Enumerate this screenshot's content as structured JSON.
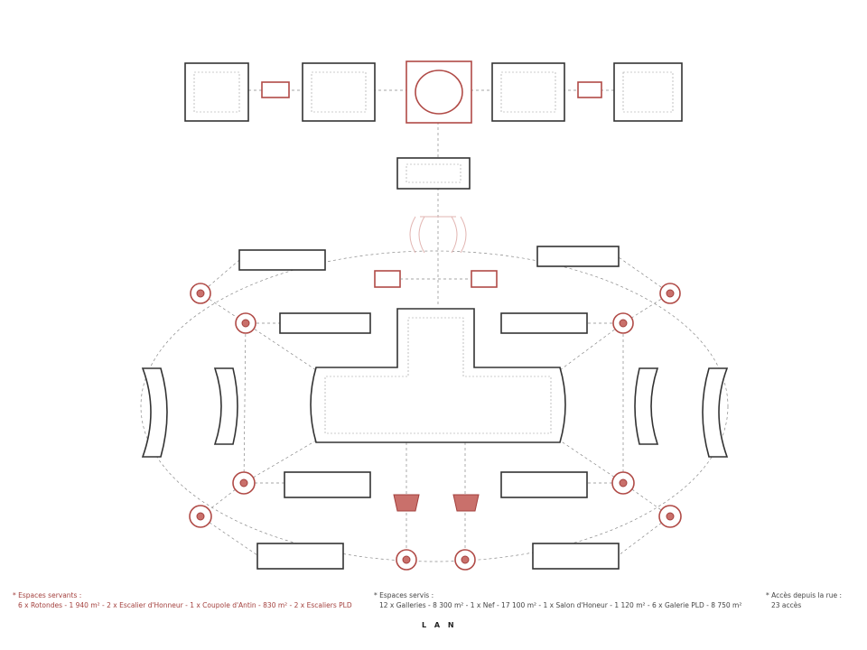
{
  "legend": {
    "servants": {
      "title": "* Espaces servants :",
      "items": "6 x Rotondes - 1 940 m²  - 2 x Escalier d'Honneur  -  1 x Coupole d'Antin - 830 m²  -  2 x Escaliers PLD",
      "color": "#a3403d"
    },
    "servis": {
      "title": "* Espaces servis :",
      "items": "12 x Galleries - 8 300 m²  -  1 x Nef - 17 100 m²  -  1 x Salon d'Honeur - 1 120 m²  -  6 x Galerie PLD - 8 750 m²"
    },
    "acces": {
      "title": "* Accès depuis la rue :",
      "items": "23 accès"
    }
  },
  "footer_label": "L A N"
}
